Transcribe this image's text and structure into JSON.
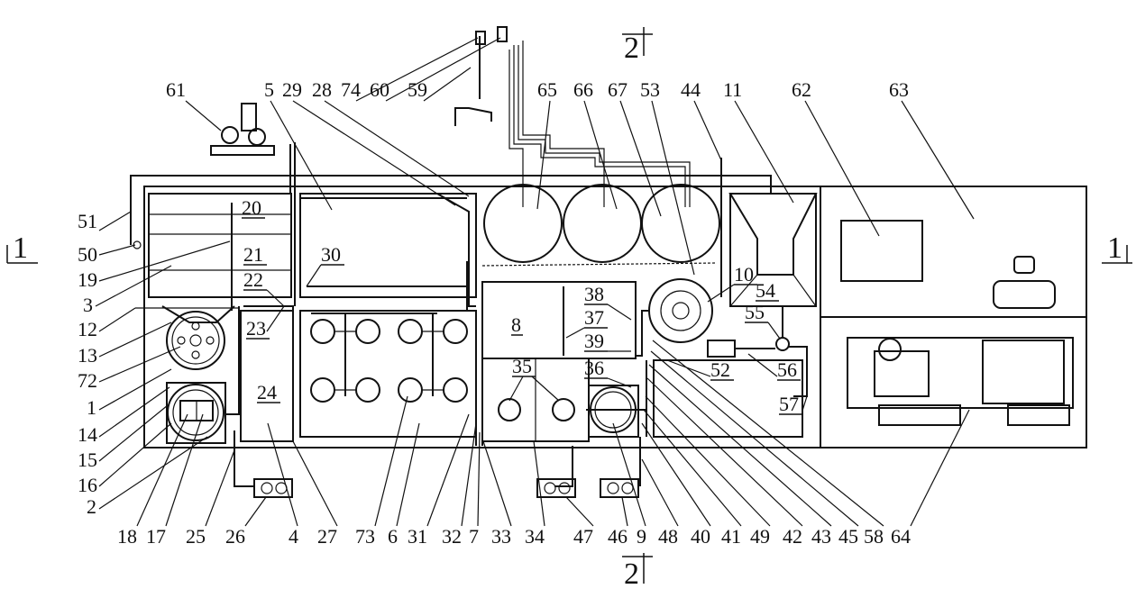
{
  "section_marks": {
    "left": "1",
    "right": "1",
    "top": "2",
    "bottom": "2"
  },
  "labels": {
    "top": [
      "61",
      "5",
      "29",
      "28",
      "74",
      "60",
      "59",
      "65",
      "66",
      "67",
      "53",
      "44",
      "11",
      "62",
      "63"
    ],
    "left": [
      "51",
      "50",
      "19",
      "3",
      "12",
      "13",
      "72",
      "1",
      "14",
      "15",
      "16",
      "2"
    ],
    "inner": [
      "20",
      "21",
      "22",
      "23",
      "24",
      "30",
      "8",
      "38",
      "37",
      "39",
      "36",
      "35",
      "10",
      "54",
      "55",
      "56",
      "52",
      "57"
    ],
    "bottom": [
      "18",
      "17",
      "25",
      "26",
      "4",
      "27",
      "73",
      "6",
      "31",
      "32",
      "7",
      "33",
      "34",
      "47",
      "46",
      "9",
      "48",
      "40",
      "41",
      "49",
      "42",
      "43",
      "45",
      "58",
      "64"
    ]
  },
  "colors": {
    "line": "#111111",
    "background": "#ffffff"
  }
}
